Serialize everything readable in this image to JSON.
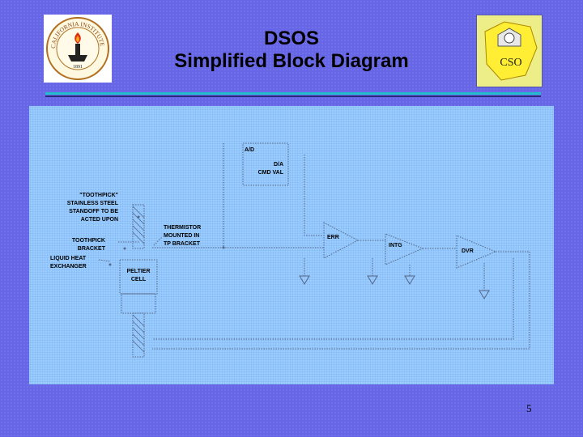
{
  "slide": {
    "title_line1": "DSOS",
    "title_line2": "Simplified Block Diagram",
    "page_number": "5"
  },
  "logos": {
    "left": {
      "text": "CALIFORNIA INSTITUTE OF TECHNOLOGY",
      "year": "1891"
    },
    "right": {
      "text": "CSO"
    }
  },
  "diagram": {
    "ad_box": {
      "title": "A/D",
      "line1": "D/A",
      "line2": "CMD VAL"
    },
    "toothpick_label": [
      "\"TOOTHPICK\"",
      "STAINLESS STEEL",
      "STANDOFF TO BE",
      "ACTED UPON"
    ],
    "toothpick_bracket_label": [
      "TOOTHPICK",
      "BRACKET"
    ],
    "liquid_label": [
      "LIQUID HEAT",
      "EXCHANGER"
    ],
    "thermistor_label": [
      "THERMISTOR",
      "MOUNTED IN",
      "TP BRACKET"
    ],
    "peltier_label": [
      "PELTIER",
      "CELL"
    ],
    "amplifiers": {
      "err": "ERR",
      "intg": "INTG",
      "dvr": "DVR"
    }
  }
}
